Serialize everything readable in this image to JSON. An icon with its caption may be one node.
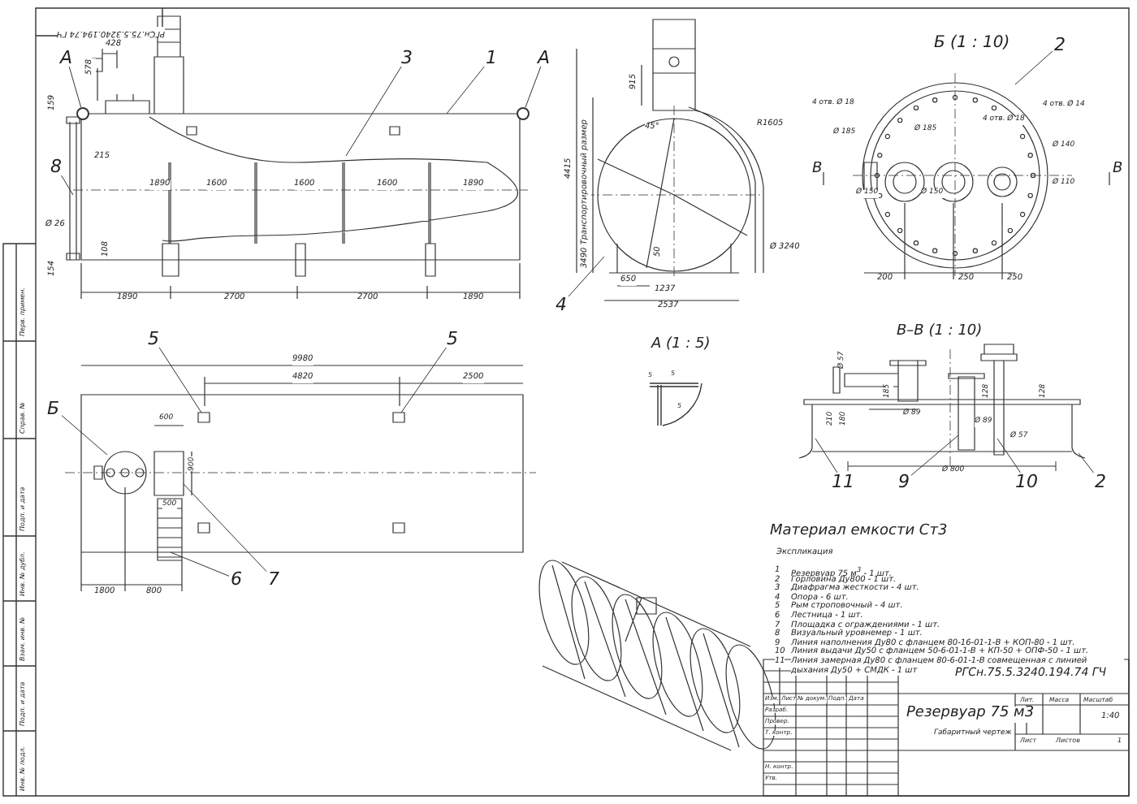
{
  "diagram": {
    "nodes": [
      {
        "text": [
          "А"
        ]
      },
      {
        "text": [
          "8"
        ]
      },
      {
        "text": [
          "3"
        ]
      },
      {
        "text": [
          "1"
        ]
      },
      {
        "text": [
          "А"
        ]
      },
      {
        "text": [
          "4"
        ]
      },
      {
        "text": [
          "2"
        ]
      },
      {
        "text": [
          "5"
        ]
      },
      {
        "text": [
          "5"
        ]
      },
      {
        "text": [
          "Б"
        ]
      },
      {
        "text": [
          "6"
        ]
      },
      {
        "text": [
          "7"
        ]
      },
      {
        "text": [
          "11"
        ]
      },
      {
        "text": [
          "9"
        ]
      },
      {
        "text": [
          "10"
        ]
      },
      {
        "text": [
          "2"
        ]
      },
      {
        "text": [],
        "shape": "circle"
      },
      {
        "text": [],
        "shape": "circle"
      }
    ],
    "edges": [
      {
        "from": 0,
        "to": 16,
        "arrow": "none"
      },
      {
        "from": 1,
        "to": null,
        "arrow": "none"
      },
      {
        "from": 2,
        "to": null,
        "arrow": "none"
      },
      {
        "from": 3,
        "to": null,
        "arrow": "none"
      },
      {
        "from": 4,
        "to": 17,
        "arrow": "none"
      },
      {
        "from": 5,
        "to": null,
        "arrow": "none"
      },
      {
        "from": 6,
        "to": null,
        "arrow": "none"
      },
      {
        "from": 7,
        "to": null,
        "arrow": "none"
      },
      {
        "from": 8,
        "to": null,
        "arrow": "none"
      },
      {
        "from": 9,
        "to": null,
        "arrow": "none"
      },
      {
        "from": 10,
        "to": null,
        "arrow": "none"
      },
      {
        "from": 11,
        "to": null,
        "arrow": "none"
      },
      {
        "from": 12,
        "to": null,
        "arrow": "none"
      },
      {
        "from": 13,
        "to": null,
        "arrow": "none"
      },
      {
        "from": 14,
        "to": null,
        "arrow": "none"
      },
      {
        "from": 15,
        "to": null,
        "arrow": "none"
      }
    ],
    "labels": [
      "РГСн.75.5.3240.194.74 ГЧ",
      "428",
      "578",
      "159",
      "215",
      "1890",
      "1600",
      "1600",
      "1600",
      "1890",
      "Ø 26",
      "108",
      "154",
      "1890",
      "2700",
      "2700",
      "1890",
      "915",
      "4415",
      "3490 Транспортировочный размер",
      "45°",
      "R1605",
      "Ø 3240",
      "50",
      "650",
      "1237",
      "2537",
      "Б (1 : 10)",
      "4 отв. Ø 18",
      "Ø 185",
      "Ø 185",
      "4 отв. Ø 18",
      "4 отв. Ø 14",
      "Ø 140",
      "Ø 110",
      "Ø 150",
      "Ø 150",
      "В",
      "В",
      "200",
      "250",
      "250",
      "9980",
      "4820",
      "2500",
      "600",
      "900",
      "500",
      "1800",
      "800",
      "А (1 : 5)",
      "5",
      "5",
      "5",
      "В–В (1 : 10)",
      "Ø 57",
      "185",
      "128",
      "128",
      "210",
      "180",
      "Ø 89",
      "Ø 89",
      "Ø 57",
      "Ø 800",
      "Материал емкости Ст3",
      "Экспликация",
      "1",
      "Резервуар 75 м$^{3}$ - 1 шт.",
      "2",
      "Горловина Ду800 - 1 шт.",
      "3",
      "Диафрагма жесткости - 4 шт.",
      "4",
      "Опора - 6 шт.",
      "5",
      "Рым строповочный - 4 шт.",
      "6",
      "Лестница - 1 шт.",
      "7",
      "Площадка с ограждениями - 1 шт.",
      "8",
      "Визуальный уровнемер - 1 шт.",
      "9",
      "Линия наполнения Ду80 с фланцем 80-16-01-1-В + КОП-80 - 1 шт.",
      "10",
      "Линия выдачи Ду50 с фланцем 50-6-01-1-В + КП-50 + ОПФ-50 - 1 шт.",
      "11",
      "Линия замерная Ду80 с фланцем 80-6-01-1-В совмещенная с линией дыхания Ду50 + СМДК - 1 шт",
      "РГСн.75.5.3240.194.74 ГЧ",
      "Изм.",
      "Лист",
      "№ докум.",
      "Подп.",
      "Дата",
      "Разраб.",
      "Провер.",
      "Т. контр.",
      "Н. контр.",
      "Утв.",
      "Резервуар 75 м3",
      "Габаритный чертеж",
      "Лит.",
      "Масса",
      "Масштаб",
      "1:40",
      "Лист",
      "Листов",
      "1",
      "Перв. примен.",
      "Справ. №",
      "Подп. и дата",
      "Инв. № дубл.",
      "Взам. инв. №",
      "Подп. и дата",
      "Инв. № подл."
    ]
  }
}
